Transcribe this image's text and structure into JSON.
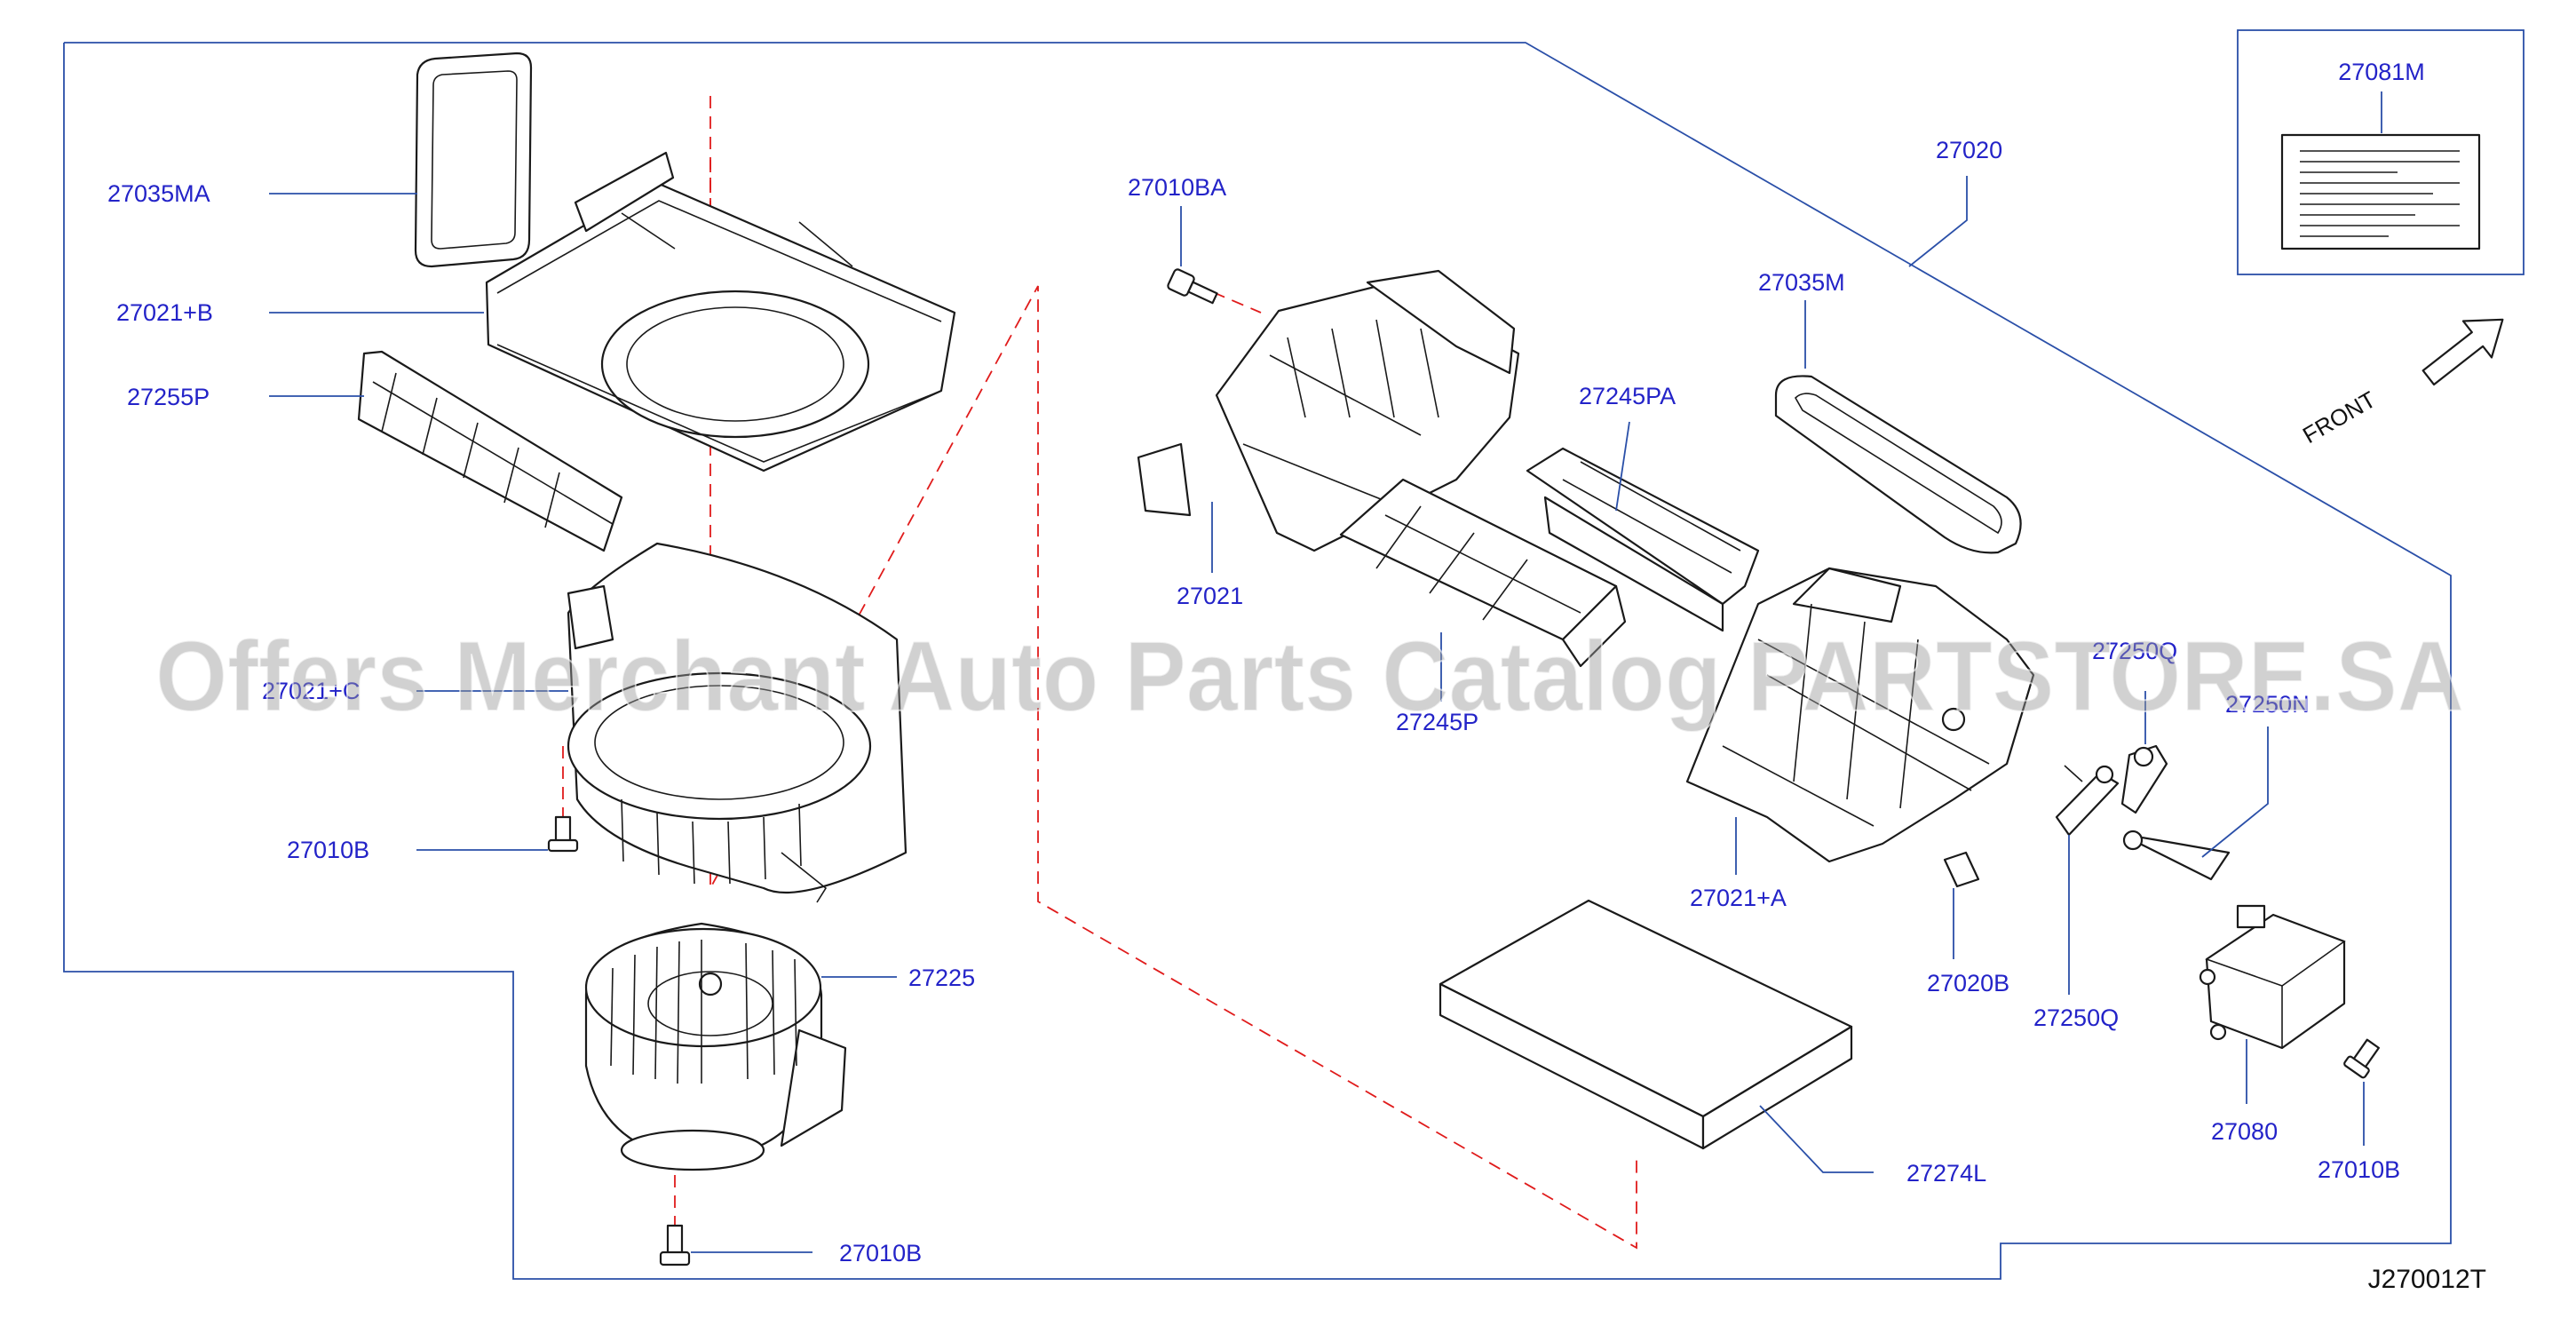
{
  "diagram": {
    "reference_code": "J270012T",
    "front_label": "FRONT",
    "watermark": "Offers Merchant Auto Parts Catalog PARTSTORE.SA",
    "inset_label": "27081M",
    "callouts": {
      "c27035MA": "27035MA",
      "c27021B": "27021+B",
      "c27255P": "27255P",
      "c27021C": "27021+C",
      "c27010B_a": "27010B",
      "c27225": "27225",
      "c27010B_b": "27010B",
      "c27010BA": "27010BA",
      "c27021": "27021",
      "c27245PA": "27245PA",
      "c27245P": "27245P",
      "c27035M": "27035M",
      "c27020": "27020",
      "c27250Q_upper": "27250Q",
      "c27250N": "27250N",
      "c27021A": "27021+A",
      "c27020B": "27020B",
      "c27250Q": "27250Q",
      "c27080": "27080",
      "c27010B_c": "27010B",
      "c27274L": "27274L"
    }
  }
}
